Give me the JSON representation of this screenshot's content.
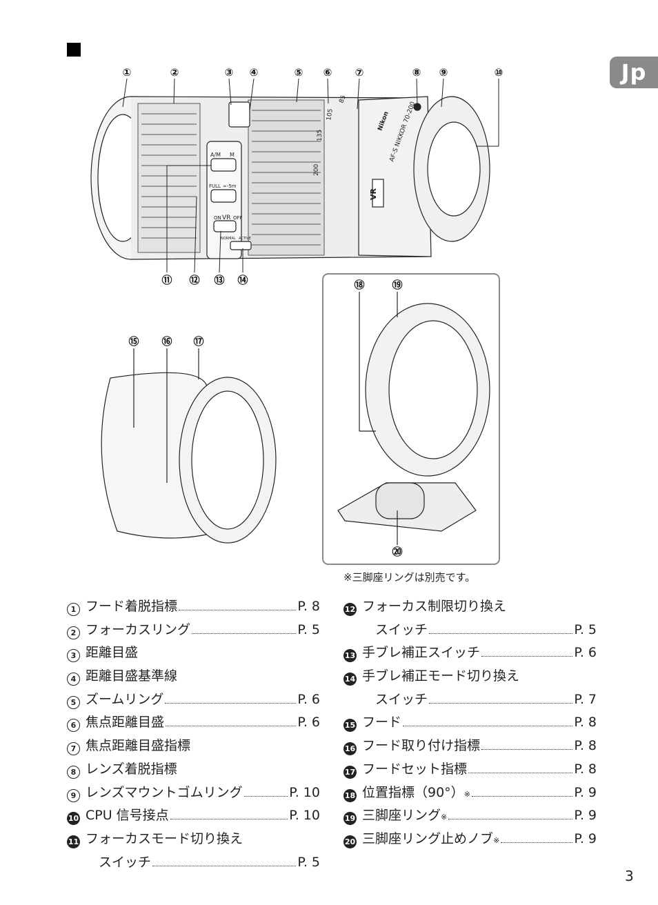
{
  "lang_tab": "Jp",
  "figure_callouts": {
    "top": [
      "①",
      "②",
      "③",
      "④",
      "⑤",
      "⑥",
      "⑦",
      "⑧",
      "⑨",
      "⑩"
    ],
    "bottom": [
      "⑪",
      "⑫",
      "⑬",
      "⑭"
    ],
    "hood": [
      "⑮",
      "⑯",
      "⑰"
    ],
    "collar": [
      "⑱",
      "⑲",
      "⑳"
    ]
  },
  "lens_markings": {
    "brand": "Nikon",
    "model": "AF-S NIKKOR 70-200",
    "vr_badge": "VR",
    "zoom_scale": [
      "200",
      "135",
      "105",
      "85"
    ],
    "switch_af": [
      "A/M",
      "M"
    ],
    "switch_limit": [
      "FULL",
      "∞-5m"
    ],
    "switch_vr": [
      "ON",
      "VR",
      "OFF"
    ],
    "switch_mode": [
      "NORMAL",
      "ACTIVE"
    ]
  },
  "note": "※三脚座リングは別売です。",
  "parts_col1": [
    {
      "num": "1",
      "label": "フード着脱指標",
      "page": "P. 8"
    },
    {
      "num": "2",
      "label": "フォーカスリング",
      "page": "P. 5"
    },
    {
      "num": "3",
      "label": "距離目盛",
      "page": ""
    },
    {
      "num": "4",
      "label": "距離目盛基準線",
      "page": ""
    },
    {
      "num": "5",
      "label": "ズームリング",
      "page": "P. 6"
    },
    {
      "num": "6",
      "label": "焦点距離目盛",
      "page": "P. 6"
    },
    {
      "num": "7",
      "label": "焦点距離目盛指標",
      "page": ""
    },
    {
      "num": "8",
      "label": "レンズ着脱指標",
      "page": ""
    },
    {
      "num": "9",
      "label": "レンズマウントゴムリング",
      "page": "P. 10"
    },
    {
      "num": "10",
      "label": "CPU 信号接点",
      "page": "P. 10"
    },
    {
      "num": "11",
      "label": "フォーカスモード切り換え",
      "label2": "スイッチ",
      "page": "P. 5"
    }
  ],
  "parts_col2": [
    {
      "num": "12",
      "label": "フォーカス制限切り換え",
      "label2": "スイッチ",
      "page": "P. 5"
    },
    {
      "num": "13",
      "label": "手ブレ補正スイッチ",
      "page": "P. 6"
    },
    {
      "num": "14",
      "label": "手ブレ補正モード切り換え",
      "label2": "スイッチ",
      "page": "P. 7"
    },
    {
      "num": "15",
      "label": "フード",
      "page": "P. 8"
    },
    {
      "num": "16",
      "label": "フード取り付け指標",
      "page": "P. 8"
    },
    {
      "num": "17",
      "label": "フードセット指標",
      "page": "P. 8"
    },
    {
      "num": "18",
      "label": "位置指標（90°）",
      "sup": "※",
      "page": "P. 9"
    },
    {
      "num": "19",
      "label": "三脚座リング",
      "sup": "※",
      "page": "P. 9"
    },
    {
      "num": "20",
      "label": "三脚座リング止めノブ",
      "sup": "※",
      "page": "P. 9"
    }
  ],
  "page_number": "3"
}
